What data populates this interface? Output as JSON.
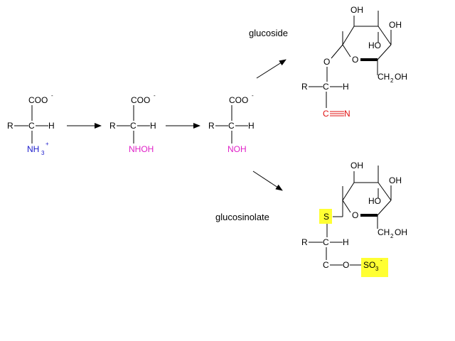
{
  "colors": {
    "amine": "#1a1acc",
    "hydroxylamine": "#e020c8",
    "nitrile": "#e01010",
    "highlight": "#ffff33"
  },
  "labels": {
    "glucoside": "glucoside",
    "glucosinolate": "glucosinolate"
  },
  "atoms": {
    "coo": "COO",
    "minus": "-",
    "plus": "+",
    "R": "R",
    "C": "C",
    "H": "H",
    "O": "O",
    "N": "N",
    "S": "S",
    "OH": "OH",
    "HO": "HO",
    "CH": "CH",
    "two": "2",
    "three": "3",
    "nh": "NH",
    "nhoh": "NHOH",
    "noh": "NOH",
    "so": "SO"
  }
}
